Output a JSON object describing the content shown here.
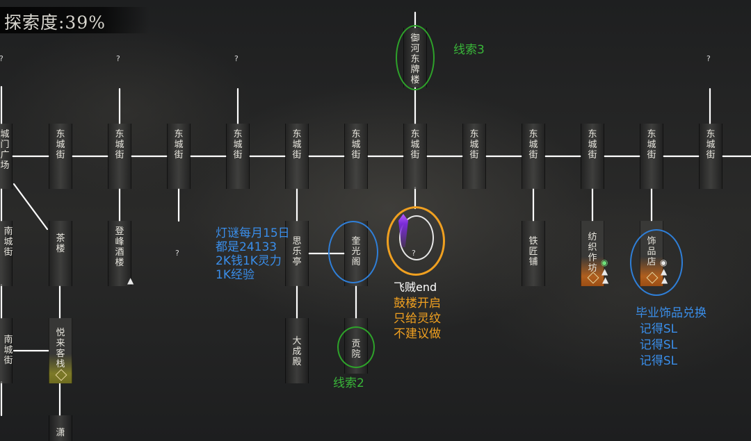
{
  "header": {
    "exploration_label": "探索度:39%"
  },
  "colors": {
    "road": "#ffffff",
    "clue_ring": "#2ea22a",
    "note_ring": "#2f7fd8",
    "event_ring": "#f0a020",
    "clue_text": "#39b639",
    "note_text": "#3a8eea",
    "event_text": "#f0a020"
  },
  "nodes": {
    "yuhe_pailou": "御河东牌楼",
    "cheng_gate": "城门广场",
    "dongcheng_1": "东城街",
    "dongcheng_2": "东城街",
    "dongcheng_3": "东城街",
    "dongcheng_4": "东城街",
    "dongcheng_5": "东城街",
    "dongcheng_6": "东城街",
    "dongcheng_7": "东城街",
    "dongcheng_8": "东城街",
    "dongcheng_9": "东城街",
    "dongcheng_10": "东城街",
    "dongcheng_11": "东城街",
    "dongcheng_12": "东城街",
    "nancheng_1": "南城街",
    "nancheng_2": "南城街",
    "chalou": "茶楼",
    "dengfeng_jiulou": "登峰酒楼",
    "silege": "思乐亭",
    "kuiguangge": "奎光阁",
    "tiejiangpu": "铁匠铺",
    "fangzhizuofang": "纺织作坊",
    "shipindian": "饰品店",
    "yuelai_kezhan": "悦来客栈",
    "dachengdian": "大成殿",
    "gongyuan": "贡院",
    "bottom_cut": "潇"
  },
  "unknown_mark": "?",
  "annotations": {
    "clue3": "线索3",
    "clue2": "线索2",
    "riddle": [
      "灯谜每月15日",
      "都是24133",
      "2K钱1K灵力",
      "1K经验"
    ],
    "feizei": "飞贼end",
    "gulou": [
      "鼓楼开启",
      "只给灵纹",
      "不建议做"
    ],
    "accessory": [
      "毕业饰品兑换",
      "记得SL",
      "记得SL",
      "记得SL"
    ]
  },
  "npc_icons": [
    "scholar-npc-icon",
    "merchant-npc-icon",
    "vendor-npc-icon"
  ]
}
